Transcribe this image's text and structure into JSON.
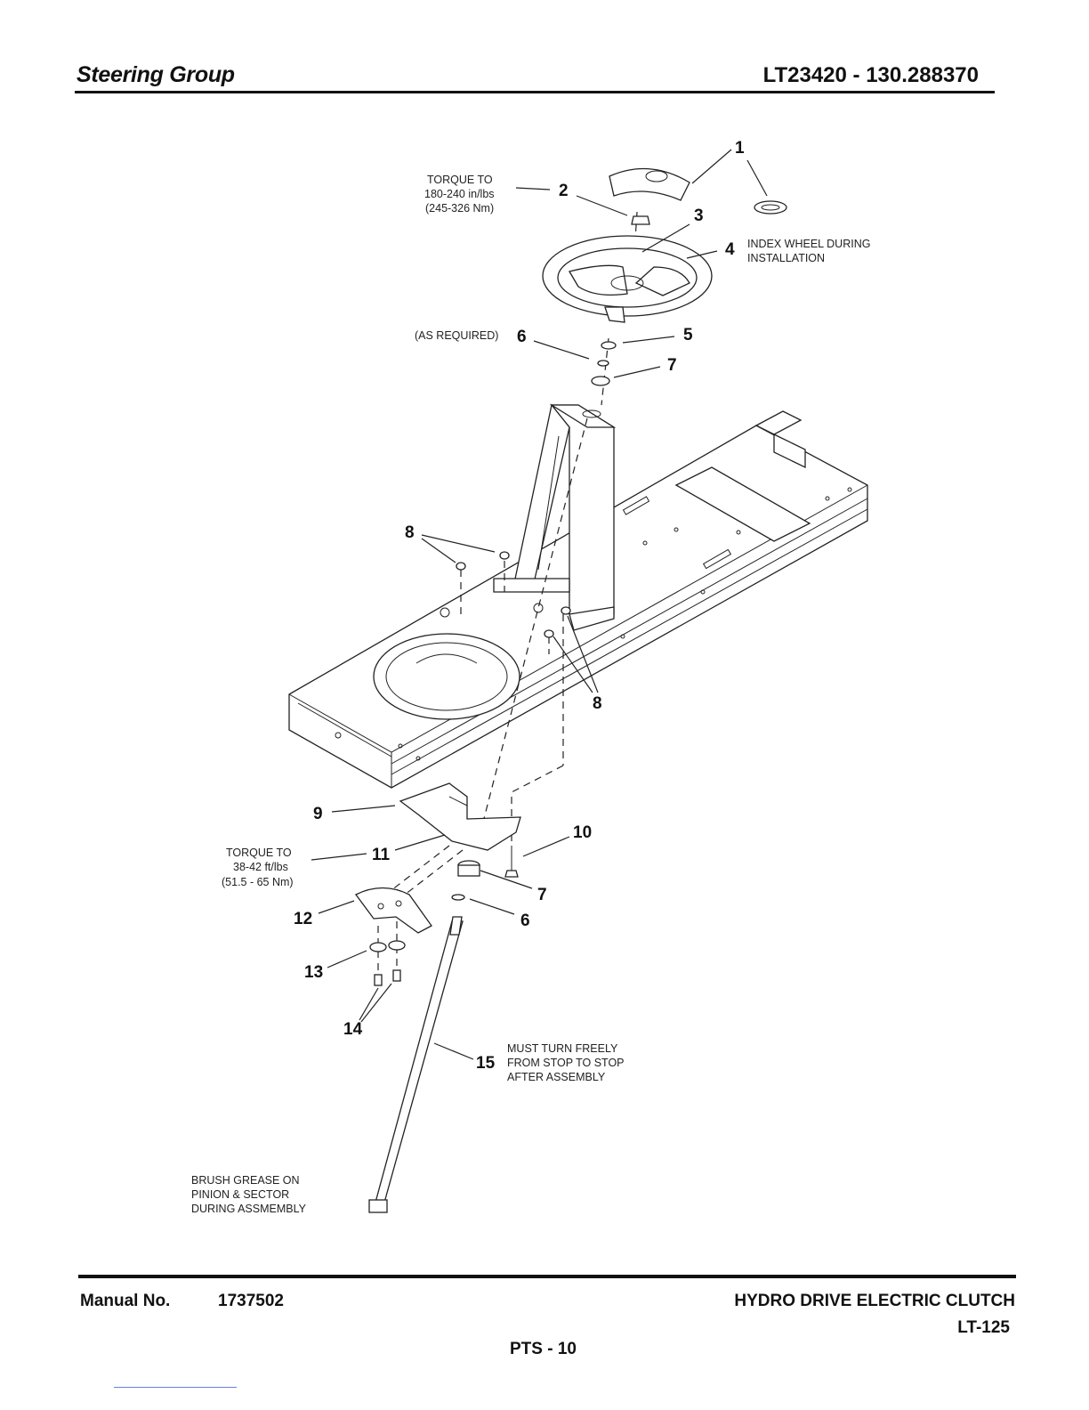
{
  "header": {
    "title": "Steering Group",
    "model": "LT23420 - 130.288370"
  },
  "footer": {
    "manual_label": "Manual No.",
    "manual_number": "1737502",
    "description": "HYDRO DRIVE ELECTRIC CLUTCH",
    "model_code": "LT-125",
    "page": "PTS - 10"
  },
  "callouts": {
    "n1": "1",
    "n2": "2",
    "n3": "3",
    "n4": "4",
    "n5": "5",
    "n6a": "6",
    "n7a": "7",
    "n8a": "8",
    "n8b": "8",
    "n9": "9",
    "n10": "10",
    "n11": "11",
    "n7b": "7",
    "n6b": "6",
    "n12": "12",
    "n13": "13",
    "n14": "14",
    "n15": "15"
  },
  "notes": {
    "torque_top": [
      "TORQUE TO",
      "180-240 in/lbs",
      "(245-326 Nm)"
    ],
    "index_wheel": [
      "INDEX WHEEL DURING",
      "INSTALLATION"
    ],
    "as_required": "(AS REQUIRED)",
    "torque_mid": [
      "TORQUE TO",
      "38-42 ft/lbs",
      "(51.5 - 65 Nm)"
    ],
    "turn_freely": [
      "MUST TURN FREELY",
      "FROM STOP TO STOP",
      "AFTER ASSEMBLY"
    ],
    "grease": [
      "BRUSH GREASE ON",
      "PINION & SECTOR",
      "DURING ASSMEMBLY"
    ]
  }
}
